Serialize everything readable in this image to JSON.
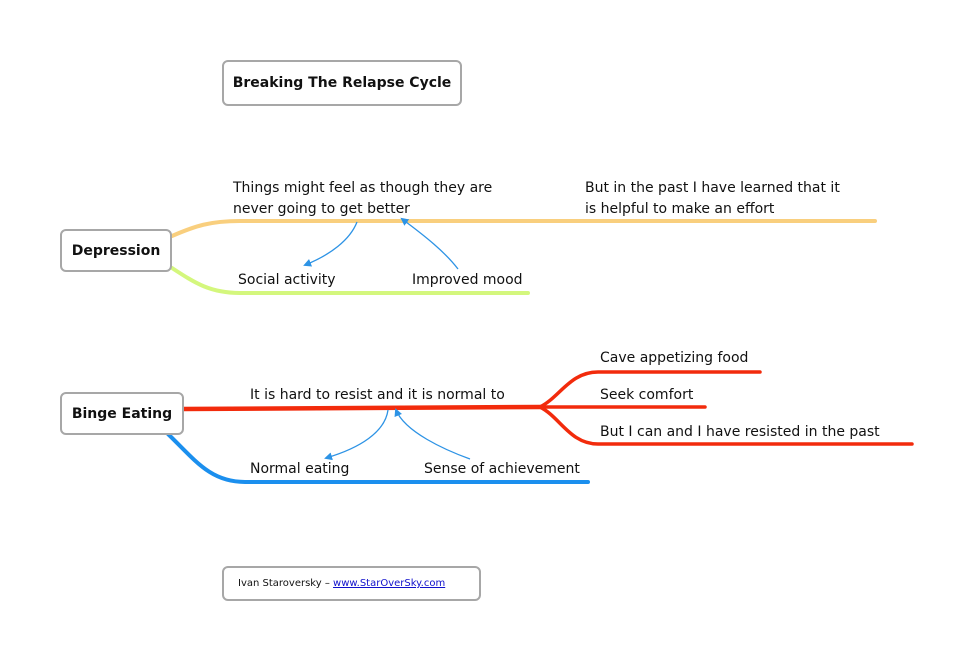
{
  "title": "Breaking The Relapse Cycle",
  "colors": {
    "depression_main": "#f9cf7e",
    "depression_sub": "#d4f77d",
    "binge_main": "#f22b0c",
    "binge_sub": "#1b8fee",
    "arrow": "#2d93e5",
    "box_border": "#a7a7a7"
  },
  "depression": {
    "label": "Depression",
    "thought_line1": "Things might feel as though they are",
    "thought_line2": "never going to get better",
    "response_line1": "But in the past I have learned that it",
    "response_line2": "is helpful to make an effort",
    "left_item": "Social activity",
    "right_item": "Improved mood"
  },
  "binge": {
    "label": "Binge Eating",
    "thought": "It is hard to resist and it is normal to",
    "branches": [
      "Cave appetizing food",
      "Seek comfort",
      "But I can and I have resisted in the past"
    ],
    "left_item": "Normal eating",
    "right_item": "Sense of achievement"
  },
  "credit": {
    "author": "Ivan Staroversky – ",
    "link": "www.StarOverSky.com"
  }
}
